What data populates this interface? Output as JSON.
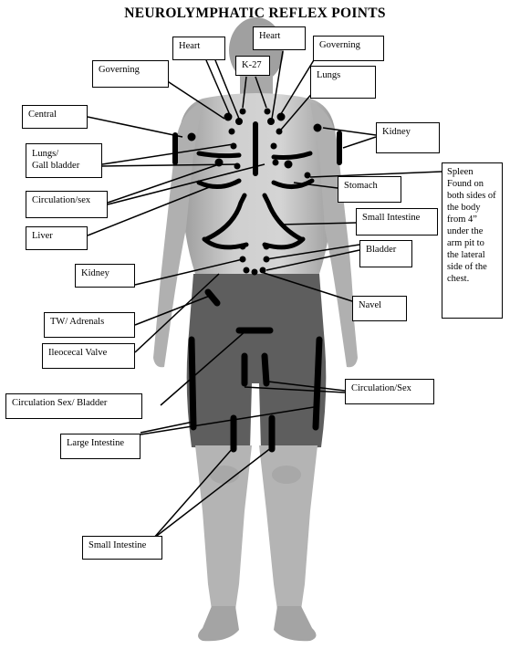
{
  "title": "NEUROLYMPHATIC REFLEX POINTS",
  "labels": {
    "heart_left": "Heart",
    "heart_right": "Heart",
    "governing_top": "Governing",
    "governing_left": "Governing",
    "k27": "K-27",
    "lungs": "Lungs",
    "central": "Central",
    "kidney_upper": "Kidney",
    "lungs_gallbladder_1": "Lungs/",
    "lungs_gallbladder_2": "Gall bladder",
    "spleen": "Spleen Found on both sides of the body from 4” under the arm pit to the lateral side of the chest.",
    "circulation_sex_upper": "Circulation/sex",
    "stomach": "Stomach",
    "small_intestine_upper": "Small Intestine",
    "liver": "Liver",
    "bladder": "Bladder",
    "kidney_lower": "Kidney",
    "navel": "Navel",
    "tw_adrenals": "TW/ Adrenals",
    "ileocecal_valve": "Ileocecal Valve",
    "circulation_sex_bladder": "Circulation Sex/ Bladder",
    "circulation_sex_right": "Circulation/Sex",
    "large_intestine": "Large Intestine",
    "small_intestine_lower": "Small Intestine"
  },
  "colors": {
    "skin_light": "#c9c9c9",
    "skin_mid": "#a8a8a8",
    "shorts": "#5e5e5e",
    "marker": "#000000"
  }
}
